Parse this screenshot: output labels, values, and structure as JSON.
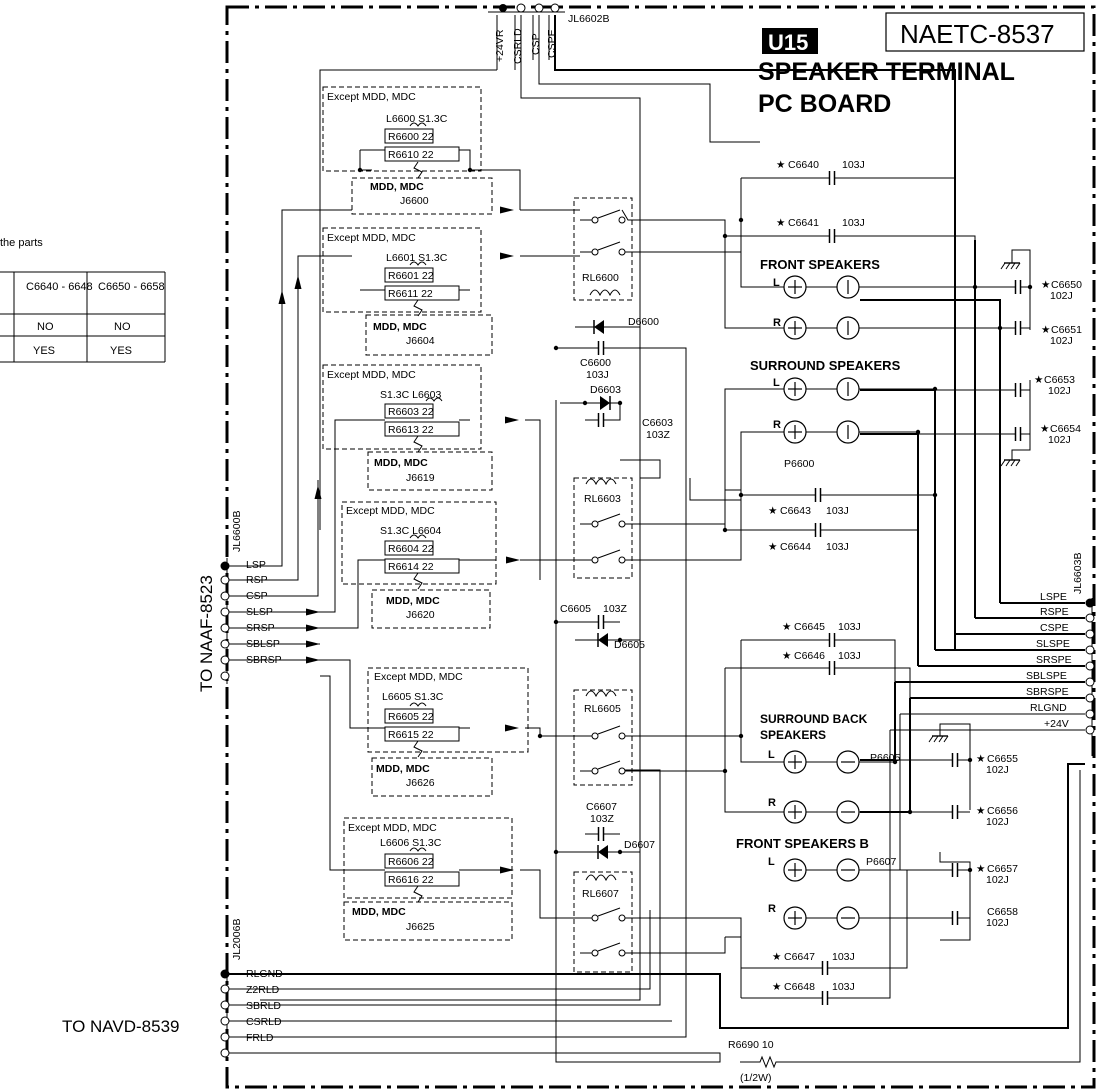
{
  "header": {
    "badge": "U15",
    "board_code": "NAETC-8537",
    "title_line1": "SPEAKER TERMINAL",
    "title_line2": "PC BOARD"
  },
  "parts_note": {
    "fragment": "the parts",
    "col1": "C6640 - 6648",
    "col2": "C6650 - 6658",
    "row1": [
      "NO",
      "NO"
    ],
    "row2": [
      "YES",
      "YES"
    ]
  },
  "connectors": {
    "top": {
      "name": "JL6602B",
      "pins": [
        "+24VR",
        "CSRLD",
        "CSP",
        "CSPE"
      ]
    },
    "left_top": {
      "name": "JL6600B",
      "to": "TO NAAF-8523",
      "pins": [
        "LSP",
        "RSP",
        "CSP",
        "SLSP",
        "SRSP",
        "SBLSP",
        "SBRSP"
      ]
    },
    "left_bottom": {
      "name": "JL2006B",
      "to": "TO NAVD-8539",
      "pins": [
        "RLGND",
        "Z2RLD",
        "SBRLD",
        "CSRLD",
        "FRLD"
      ]
    },
    "right": {
      "name": "JL6603B",
      "pins": [
        "LSPE",
        "RSPE",
        "CSPE",
        "SLSPE",
        "SRSPE",
        "SBLSPE",
        "SBRSPE",
        "RLGND",
        "+24V"
      ]
    }
  },
  "blocks": [
    {
      "except": "Except MDD, MDC",
      "coil": "L6600  S1.3C",
      "r1": "R6600  22",
      "r2": "R6610  22",
      "jumper_label": "MDD, MDC",
      "jumper": "J6600"
    },
    {
      "except": "Except MDD, MDC",
      "coil": "L6601  S1.3C",
      "r1": "R6601  22",
      "r2": "R6611  22",
      "jumper_label": "MDD, MDC",
      "jumper": "J6604"
    },
    {
      "except": "Except MDD, MDC",
      "coil": "S1.3C   L6603",
      "r1": "R6603  22",
      "r2": "R6613  22",
      "jumper_label": "MDD, MDC",
      "jumper": "J6619"
    },
    {
      "except": "Except MDD, MDC",
      "coil": "S1.3C   L6604",
      "r1": "R6604  22",
      "r2": "R6614  22",
      "jumper_label": "MDD, MDC",
      "jumper": "J6620"
    },
    {
      "except": "Except MDD, MDC",
      "coil": "L6605  S1.3C",
      "r1": "R6605  22",
      "r2": "R6615  22",
      "jumper_label": "MDD, MDC",
      "jumper": "J6626"
    },
    {
      "except": "Except MDD, MDC",
      "coil": "L6606  S1.3C",
      "r1": "R6606  22",
      "r2": "R6616  22",
      "jumper_label": "MDD, MDC",
      "jumper": "J6625"
    }
  ],
  "relays": [
    "RL6600",
    "RL6603",
    "RL6605",
    "RL6607"
  ],
  "diodes": [
    "D6600",
    "D6603",
    "D6605",
    "D6607"
  ],
  "relay_caps": [
    {
      "name": "C6600",
      "value": "103J"
    },
    {
      "name": "C6603",
      "value": "103Z"
    },
    {
      "name": "C6605",
      "value": "103Z"
    },
    {
      "name": "C6607",
      "value": "103Z"
    }
  ],
  "series_caps": [
    {
      "name": "C6640",
      "value": "103J"
    },
    {
      "name": "C6641",
      "value": "103J"
    },
    {
      "name": "C6643",
      "value": "103J"
    },
    {
      "name": "C6644",
      "value": "103J"
    },
    {
      "name": "C6645",
      "value": "103J"
    },
    {
      "name": "C6646",
      "value": "103J"
    },
    {
      "name": "C6647",
      "value": "103J"
    },
    {
      "name": "C6648",
      "value": "103J"
    }
  ],
  "shunt_caps": [
    {
      "name": "C6650",
      "value": "102J"
    },
    {
      "name": "C6651",
      "value": "102J"
    },
    {
      "name": "C6653",
      "value": "102J"
    },
    {
      "name": "C6654",
      "value": "102J"
    },
    {
      "name": "C6655",
      "value": "102J"
    },
    {
      "name": "C6656",
      "value": "102J"
    },
    {
      "name": "C6657",
      "value": "102J"
    },
    {
      "name": "C6658",
      "value": "102J"
    }
  ],
  "speakers": {
    "front": "FRONT SPEAKERS",
    "surround": "SURROUND SPEAKERS",
    "surround_back_1": "SURROUND BACK",
    "surround_back_2": "SPEAKERS",
    "front_b": "FRONT SPEAKERS B",
    "left": "L",
    "right": "R",
    "terminals": [
      "P6600",
      "P6605",
      "P6607"
    ]
  },
  "misc": {
    "resistor": "R6690  10",
    "resistor_power": "(1/2W)",
    "star": "★"
  }
}
